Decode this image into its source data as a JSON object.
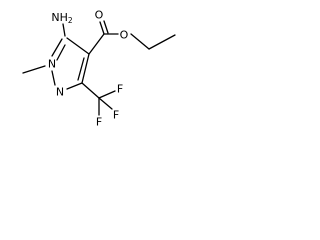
{
  "molecule": {
    "atoms": {
      "amino_group": "NH",
      "amino_subscript": "2",
      "ring_n1": "N",
      "ring_n2": "N",
      "ester_carbonyl_o": "O",
      "ester_ether_o": "O",
      "fluorine_1": "F",
      "fluorine_2": "F",
      "fluorine_3": "F"
    }
  }
}
